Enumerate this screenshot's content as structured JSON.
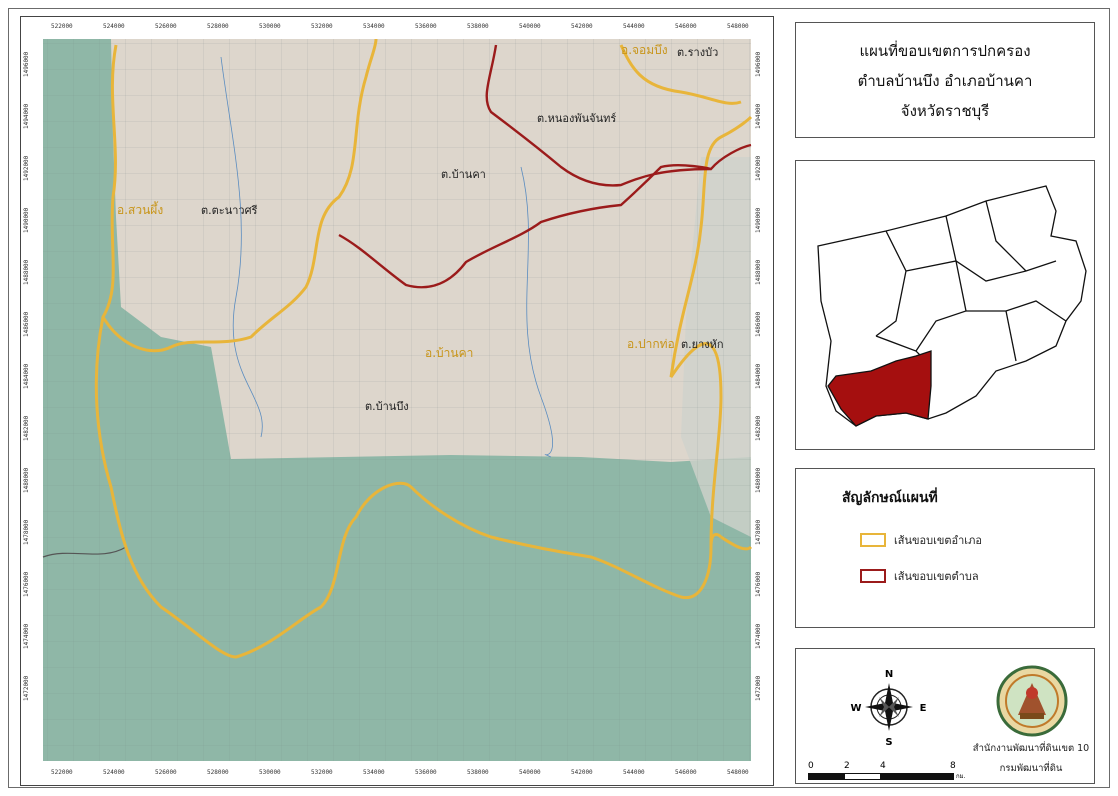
{
  "title": {
    "line1": "แผนที่ขอบเขตการปกครอง",
    "line2": "ตำบลบ้านบึง อำเภอบ้านคา",
    "line3": "จังหวัดราชบุรี"
  },
  "map_labels": {
    "district_suanphueng": "อ.สวนผึ้ง",
    "district_chombueng": "อ.จอมบึง",
    "district_bankha": "อ.บ้านคา",
    "district_paktho": "อ.ปากท่อ",
    "sub_tanaosri": "ต.ตะนาวศรี",
    "sub_nongphanchan": "ต.หนองพันจันทร์",
    "sub_bankha": "ต.บ้านคา",
    "sub_banbueng": "ต.บ้านบึง",
    "sub_yanghak": "ต.ยางหัก",
    "sub_rangbua": "ต.รางบัว"
  },
  "legend": {
    "title": "สัญลักษณ์แผนที่",
    "items": [
      {
        "label": "เส้นขอบเขตอำเภอ",
        "color": "#e8b53a"
      },
      {
        "label": "เส้นขอบเขตตำบล",
        "color": "#9b1b1b"
      }
    ]
  },
  "compass": {
    "n": "N",
    "s": "S",
    "e": "E",
    "w": "W"
  },
  "scale_bar": {
    "ticks": [
      "0",
      "2",
      "4",
      "8"
    ],
    "unit": "กม."
  },
  "agency": {
    "line1": "สำนักงานพัฒนาที่ดินเขต 10",
    "line2": "กรมพัฒนาที่ดิน"
  },
  "grid_ticks": {
    "top": [
      "522000",
      "524000",
      "526000",
      "528000",
      "530000",
      "532000",
      "534000",
      "536000",
      "538000",
      "540000",
      "542000",
      "544000",
      "546000",
      "548000"
    ],
    "left": [
      "1496000",
      "1494000",
      "1492000",
      "1490000",
      "1488000",
      "1486000",
      "1484000",
      "1482000",
      "1480000",
      "1478000",
      "1476000",
      "1474000",
      "1472000"
    ]
  },
  "colors": {
    "district_boundary": "#e8b53a",
    "subdistrict_boundary": "#9b1b1b",
    "highlight_area": "#a50f0f",
    "forest": "#8fb7a7",
    "terrain": "#ddd6cc"
  }
}
